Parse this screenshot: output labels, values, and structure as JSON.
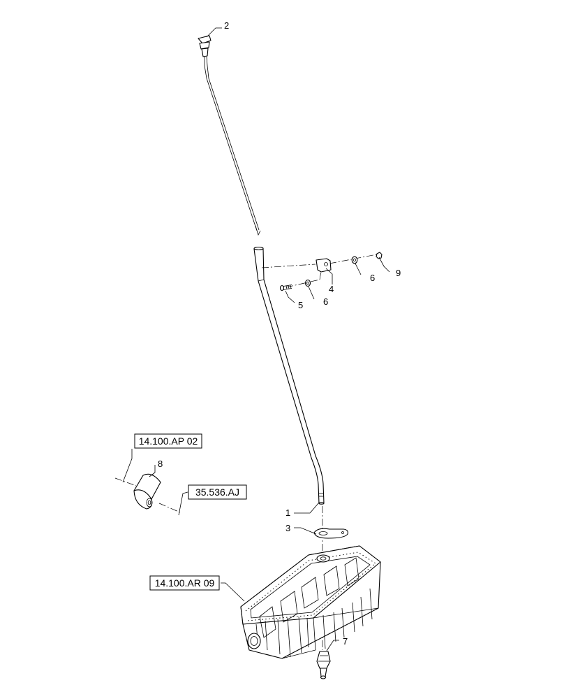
{
  "callouts": {
    "c1": "1",
    "c2": "2",
    "c3": "3",
    "c4": "4",
    "c5": "5",
    "c6a": "6",
    "c6b": "6",
    "c7": "7",
    "c8": "8",
    "c9": "9"
  },
  "references": {
    "ref_oil_filter": "14.100.AP 02",
    "ref_plug": "35.536.AJ",
    "ref_oil_pan": "14.100.AR 09"
  }
}
